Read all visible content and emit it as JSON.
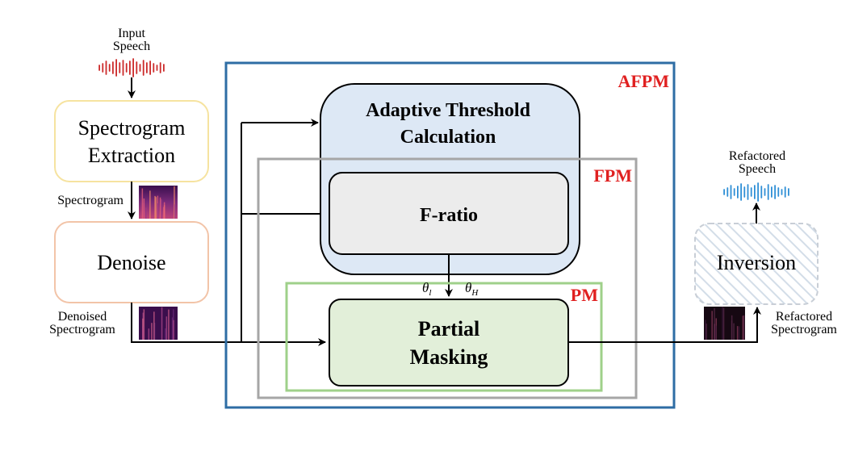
{
  "input": {
    "line1": "Input",
    "line2": "Speech"
  },
  "spectrogram_extraction": {
    "line1": "Spectrogram",
    "line2": "Extraction"
  },
  "spectrogram_label": "Spectrogram",
  "denoise": {
    "label": "Denoise"
  },
  "denoised": {
    "line1": "Denoised",
    "line2": "Spectrogram"
  },
  "afpm": {
    "label": "AFPM"
  },
  "adaptive": {
    "line1": "Adaptive Threshold",
    "line2": "Calculation"
  },
  "fpm": {
    "label": "FPM"
  },
  "fratio": {
    "label": "F-ratio"
  },
  "pm": {
    "label": "PM"
  },
  "theta_l": {
    "sym": "θ",
    "sub": "l"
  },
  "theta_h": {
    "sym": "θ",
    "sub": "H"
  },
  "partial": {
    "line1": "Partial",
    "line2": "Masking"
  },
  "inversion": {
    "label": "Inversion"
  },
  "refactored_speech": {
    "line1": "Refactored",
    "line2": "Speech"
  },
  "refactored_spectrogram": {
    "line1": "Refactored",
    "line2": "Spectrogram"
  },
  "colors": {
    "afpm_border": "#2e6da4",
    "fpm_border": "#a6a6a6",
    "pm_border": "#9fd08a",
    "label_red": "#e02020",
    "input_wave": "#cc2a2a",
    "output_wave": "#2f8fd6",
    "adaptive_fill": "#dde8f5",
    "fratio_fill": "#ececec",
    "partial_fill": "#e2efd9"
  }
}
